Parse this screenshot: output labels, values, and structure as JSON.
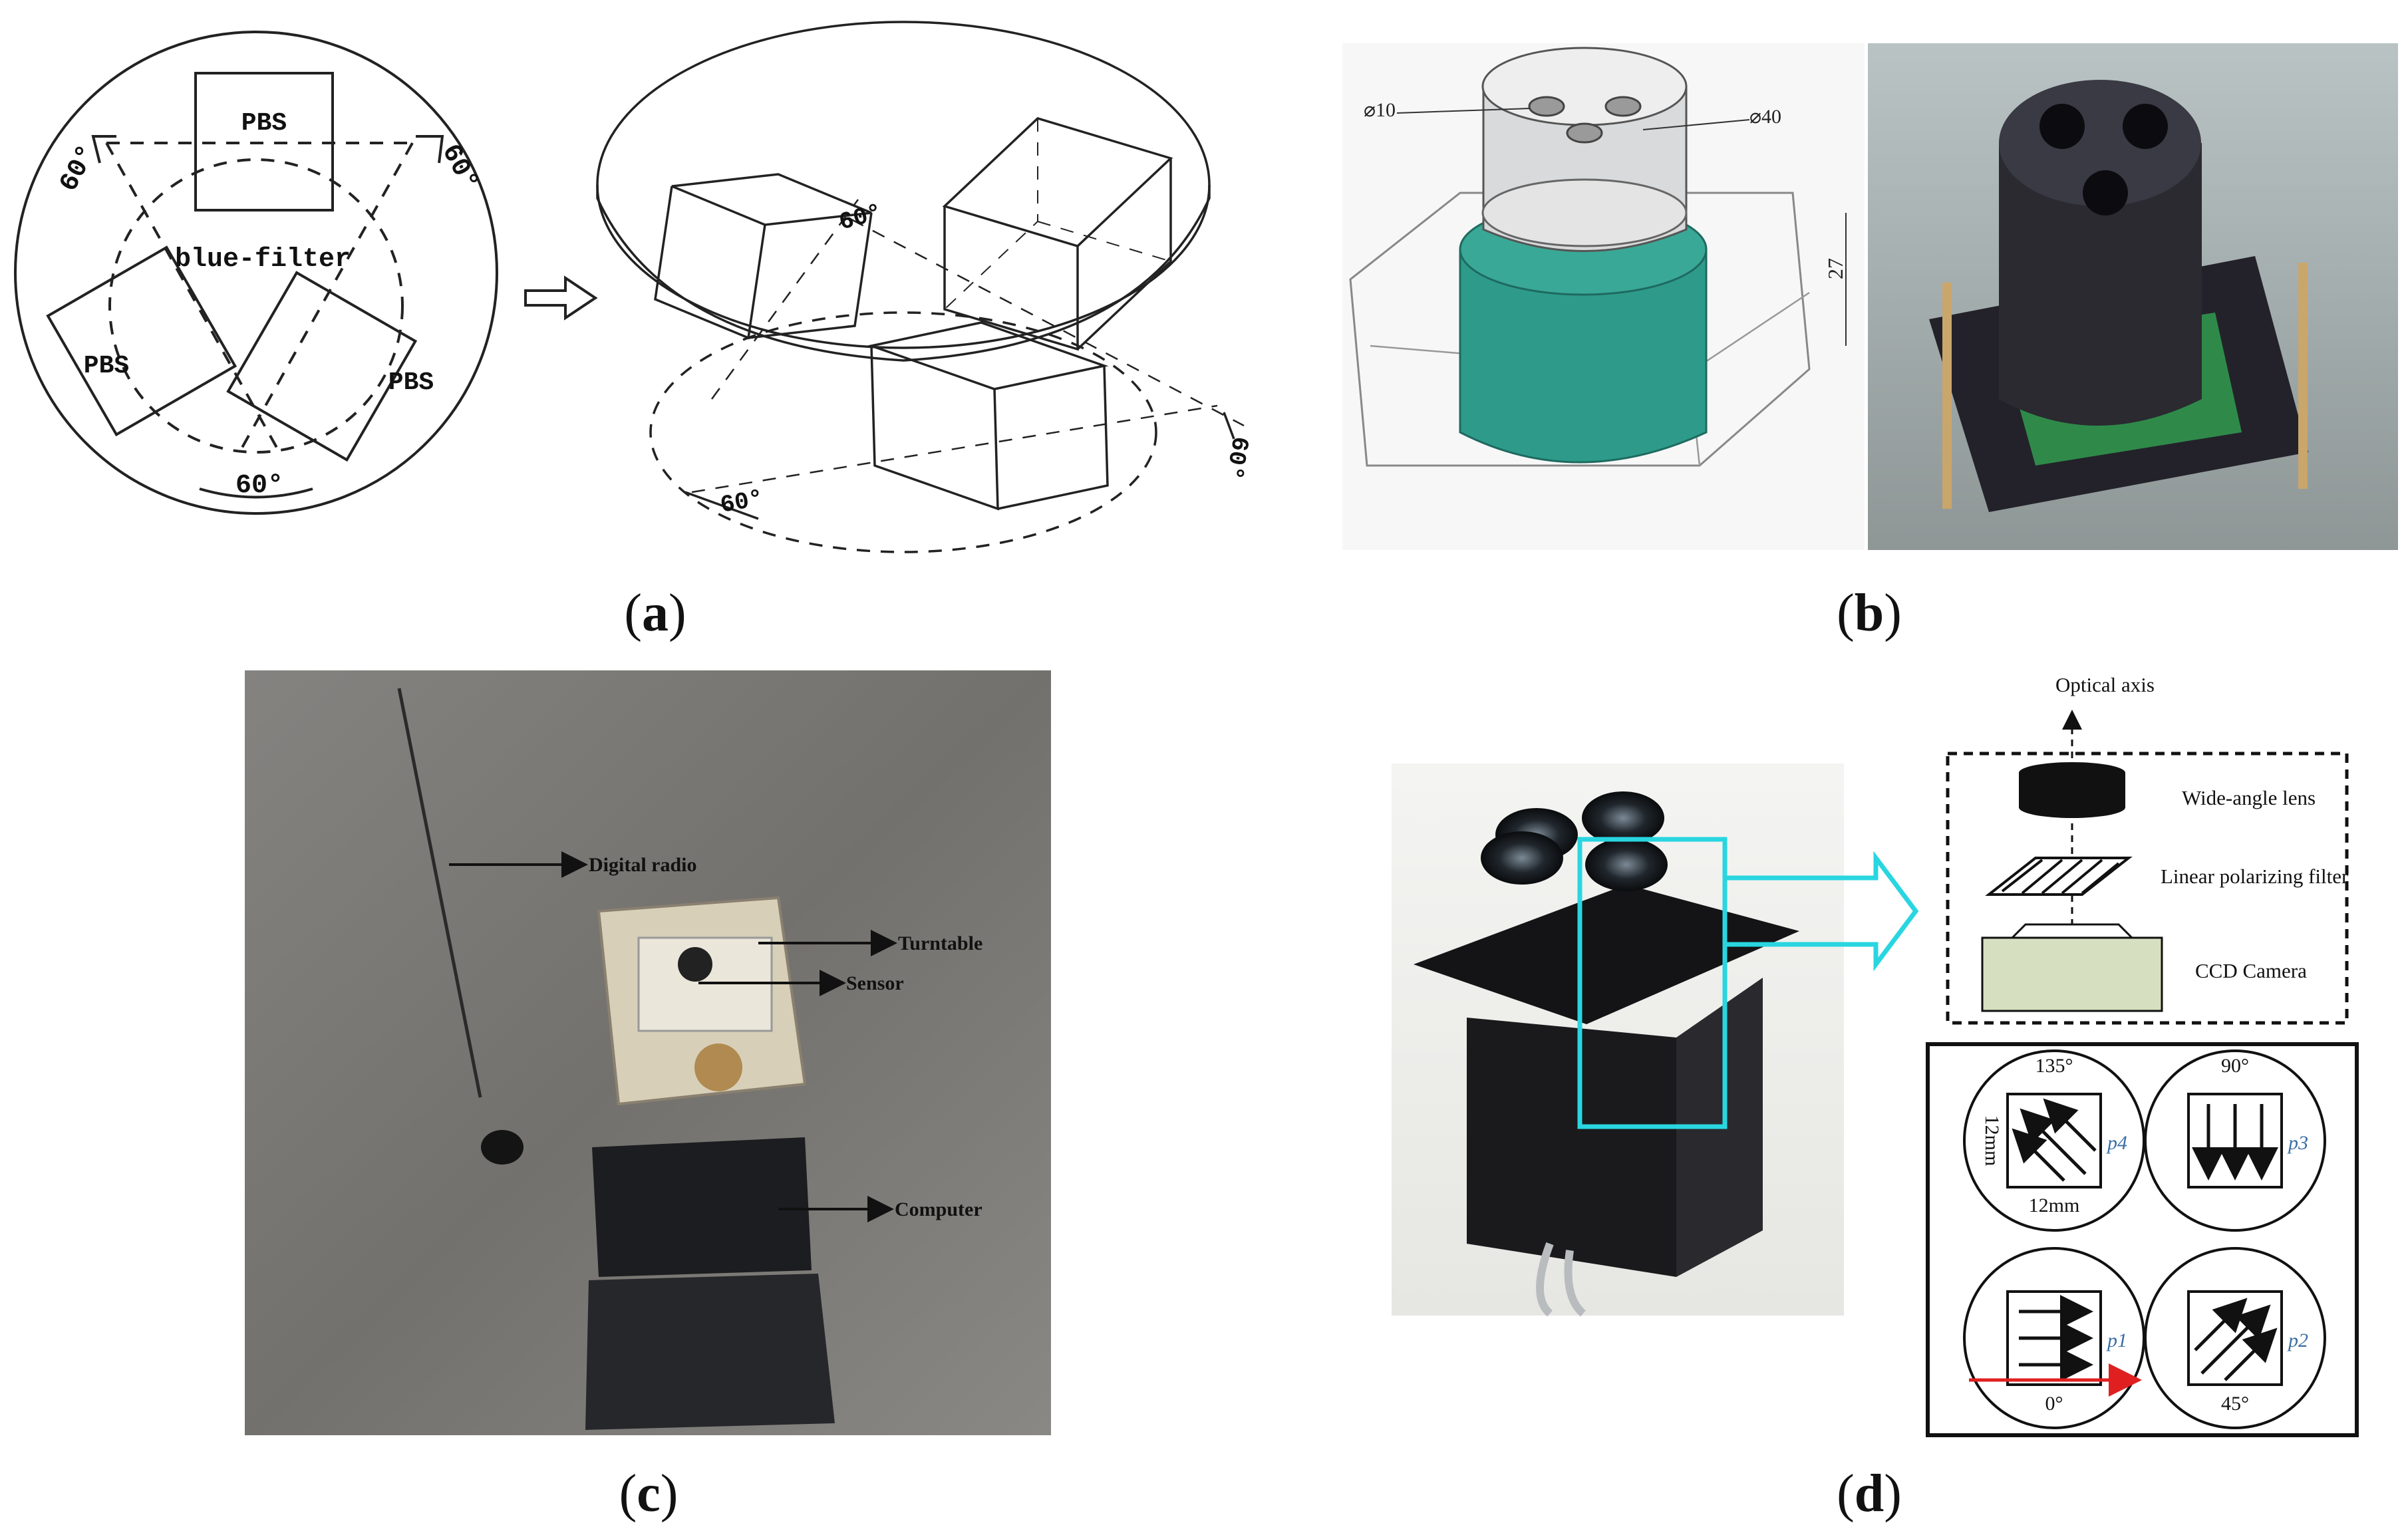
{
  "panels": {
    "a": {
      "caption_letter": "a",
      "pbs_top": "PBS",
      "pbs_left": "PBS",
      "pbs_right": "PBS",
      "filter_label": "blue-filter",
      "angle_left": "60°",
      "angle_right": "60°",
      "angle_bottom": "60°",
      "iso_angle_top": "60°",
      "iso_angle_right": "60°",
      "iso_angle_bottom": "60°"
    },
    "b": {
      "caption_letter": "b",
      "dim_small": "⌀10",
      "dim_large": "⌀40",
      "dim_height": "27"
    },
    "c": {
      "caption_letter": "c",
      "callouts": [
        "Digital radio",
        "Turntable",
        "Sensor",
        "Computer"
      ]
    },
    "d": {
      "caption_letter": "d",
      "optical_axis": "Optical axis",
      "lens_label": "Wide-angle lens",
      "filter_label": "Linear polarizing filter",
      "camera_label": "CCD Camera",
      "cells": [
        {
          "angle": "135°",
          "p": "p4",
          "dim_v": "12mm",
          "dim_h": "12mm"
        },
        {
          "angle": "90°",
          "p": "p3"
        },
        {
          "angle": "0°",
          "p": "p1"
        },
        {
          "angle": "45°",
          "p": "p2"
        }
      ]
    }
  },
  "colors": {
    "accent_cyan": "#29d6e0",
    "camera_box": "#d6dfc0",
    "teal_body": "#2e9b8a",
    "red_arrow": "#e02020",
    "asphalt": "#7a7874"
  }
}
